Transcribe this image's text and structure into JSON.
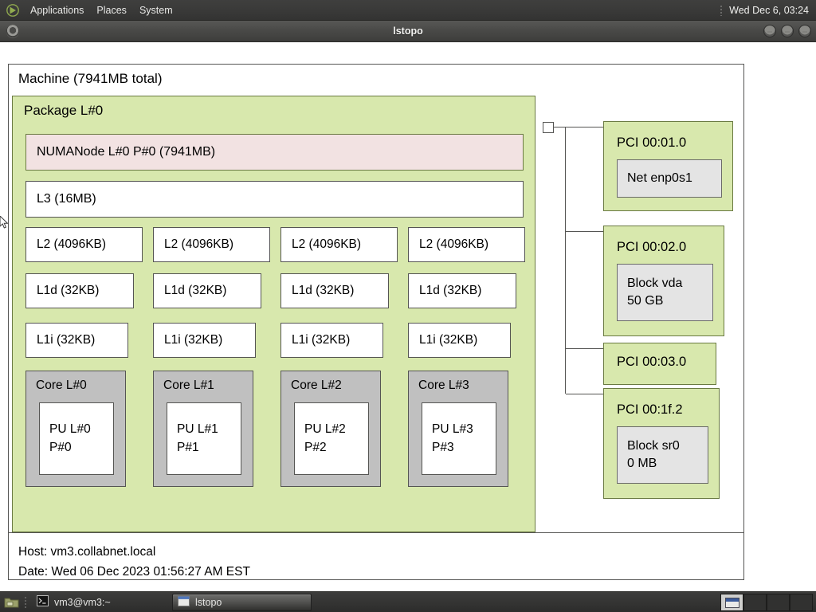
{
  "top_panel": {
    "logo_icon": "gnome-foot-icon",
    "menus": [
      "Applications",
      "Places",
      "System"
    ],
    "clock": "Wed Dec  6, 03:24"
  },
  "window": {
    "title": "lstopo",
    "icon": "app-icon",
    "buttons": [
      {
        "name": "minimize-button",
        "glyph": "–"
      },
      {
        "name": "maximize-button",
        "glyph": "□"
      },
      {
        "name": "close-button",
        "glyph": "✕"
      }
    ]
  },
  "topology": {
    "machine": {
      "label": "Machine (7941MB total)"
    },
    "package": {
      "label": "Package L#0"
    },
    "numanode": {
      "label": "NUMANode L#0 P#0 (7941MB)"
    },
    "l3": {
      "label": "L3 (16MB)"
    },
    "l2": [
      {
        "label": "L2 (4096KB)"
      },
      {
        "label": "L2 (4096KB)"
      },
      {
        "label": "L2 (4096KB)"
      },
      {
        "label": "L2 (4096KB)"
      }
    ],
    "l1d": [
      {
        "label": "L1d (32KB)"
      },
      {
        "label": "L1d (32KB)"
      },
      {
        "label": "L1d (32KB)"
      },
      {
        "label": "L1d (32KB)"
      }
    ],
    "l1i": [
      {
        "label": "L1i (32KB)"
      },
      {
        "label": "L1i (32KB)"
      },
      {
        "label": "L1i (32KB)"
      },
      {
        "label": "L1i (32KB)"
      }
    ],
    "cores": [
      {
        "label": "Core L#0",
        "pu_line1": "PU L#0",
        "pu_line2": "P#0"
      },
      {
        "label": "Core L#1",
        "pu_line1": "PU L#1",
        "pu_line2": "P#1"
      },
      {
        "label": "Core L#2",
        "pu_line1": "PU L#2",
        "pu_line2": "P#2"
      },
      {
        "label": "Core L#3",
        "pu_line1": "PU L#3",
        "pu_line2": "P#3"
      }
    ],
    "pci": [
      {
        "label": "PCI 00:01.0",
        "dev_line1": "Net enp0s1",
        "dev_line2": ""
      },
      {
        "label": "PCI 00:02.0",
        "dev_line1": "Block vda",
        "dev_line2": "50 GB"
      },
      {
        "label": "PCI 00:03.0",
        "dev_line1": "",
        "dev_line2": ""
      },
      {
        "label": "PCI 00:1f.2",
        "dev_line1": "Block sr0",
        "dev_line2": "0 MB"
      }
    ],
    "footer": {
      "host": "Host: vm3.collabnet.local",
      "date": "Date: Wed 06 Dec 2023 01:56:27 AM EST"
    },
    "colors": {
      "package_fill": "#d8e8ad",
      "package_stroke": "#6a7a42",
      "numa_fill": "#f2e2e2",
      "cache_fill": "#ffffff",
      "core_fill": "#c0c0c0",
      "pci_dev_fill": "#e4e4e4",
      "stroke": "#555553"
    }
  },
  "taskbar": {
    "launcher_icon": "file-manager-icon",
    "tasks": [
      {
        "label": "vm3@vm3:~",
        "icon": "terminal-icon",
        "active": false
      },
      {
        "label": "lstopo",
        "icon": "window-icon",
        "active": true
      }
    ],
    "workspaces": [
      {
        "name": "workspace-1",
        "active": true
      },
      {
        "name": "workspace-2",
        "active": false
      },
      {
        "name": "workspace-3",
        "active": false
      },
      {
        "name": "workspace-4",
        "active": false
      }
    ]
  }
}
